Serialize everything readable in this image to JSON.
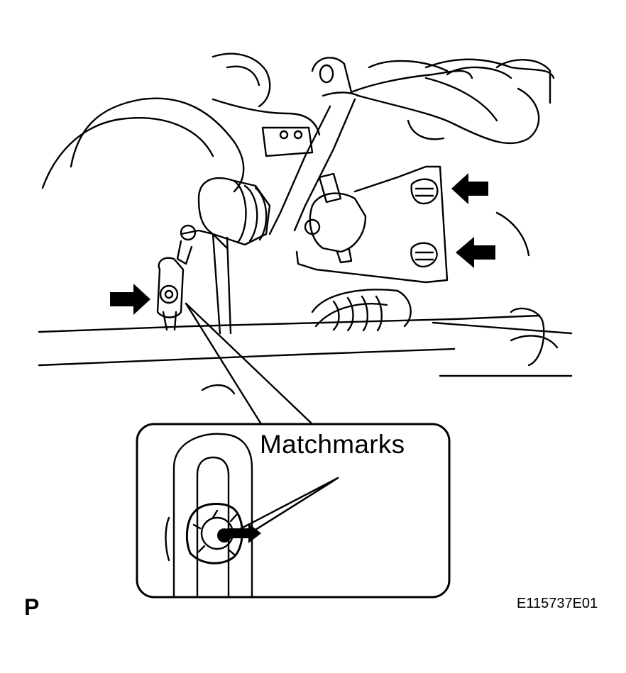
{
  "callout": {
    "text": "Matchmarks"
  },
  "view_letter": "P",
  "figure_id": "E115737E01",
  "icons": [
    "arrow-left-icon",
    "arrow-right-icon"
  ],
  "colors": {
    "line": "#000000",
    "background": "#ffffff"
  }
}
